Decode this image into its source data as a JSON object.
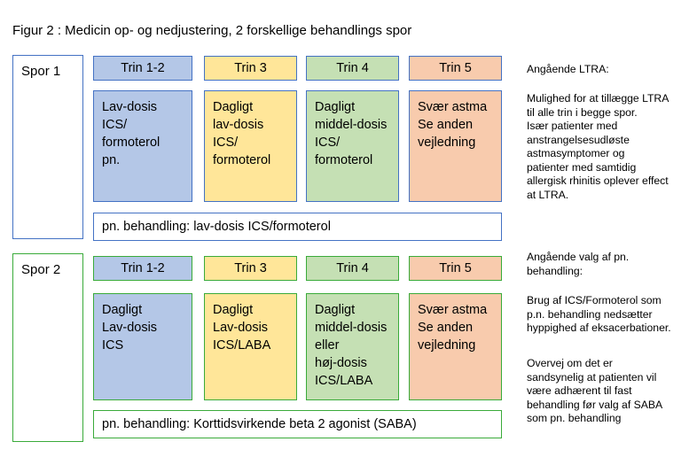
{
  "title": "Figur 2 : Medicin op- og nedjustering, 2 forskellige behandlings spor",
  "spor1": {
    "label": "Spor 1",
    "steps": [
      {
        "header": "Trin 1-2",
        "body": "Lav-dosis\nICS/\nformoterol\npn."
      },
      {
        "header": "Trin 3",
        "body": "Dagligt\nlav-dosis\nICS/\nformoterol"
      },
      {
        "header": "Trin 4",
        "body": "Dagligt\nmiddel-dosis\nICS/\nformoterol"
      },
      {
        "header": "Trin 5",
        "body": "Svær astma\nSe anden\nvejledning"
      }
    ],
    "pn": "pn. behandling: lav-dosis ICS/formoterol"
  },
  "spor2": {
    "label": "Spor 2",
    "steps": [
      {
        "header": "Trin 1-2",
        "body": "Dagligt\nLav-dosis\nICS"
      },
      {
        "header": "Trin 3",
        "body": "Dagligt\nLav-dosis\nICS/LABA"
      },
      {
        "header": "Trin 4",
        "body": "Dagligt\nmiddel-dosis\neller\nhøj-dosis\nICS/LABA"
      },
      {
        "header": "Trin 5",
        "body": "Svær astma\nSe anden\nvejledning"
      }
    ],
    "pn": "pn. behandling: Korttidsvirkende beta 2 agonist (SABA)"
  },
  "notes": {
    "ltra_title": "Angående LTRA:",
    "ltra_text": "Mulighed for at tillægge LTRA\ntil alle trin i begge spor.\nIsær patienter med\nanstrangelsesudløste\nastmasymptomer og\npatienter med samtidig\nallergisk rhinitis oplever effect\nat LTRA.",
    "pn_title": "Angående valg af pn.\nbehandling:",
    "pn_text1": "Brug af ICS/Formoterol som\np.n. behandling nedsætter\nhyppighed af eksacerbationer.",
    "pn_text2": "Overvej om det er\nsandsynelig at patienten vil\nvære adhærent til fast\nbehandling før valg af SABA\nsom pn. behandling"
  },
  "colors": {
    "spor1_border": "#4472c4",
    "spor2_border": "#3aab3a",
    "trin12": "#b4c7e7",
    "trin3": "#ffe699",
    "trin4": "#c5e0b4",
    "trin5": "#f8cbad"
  }
}
